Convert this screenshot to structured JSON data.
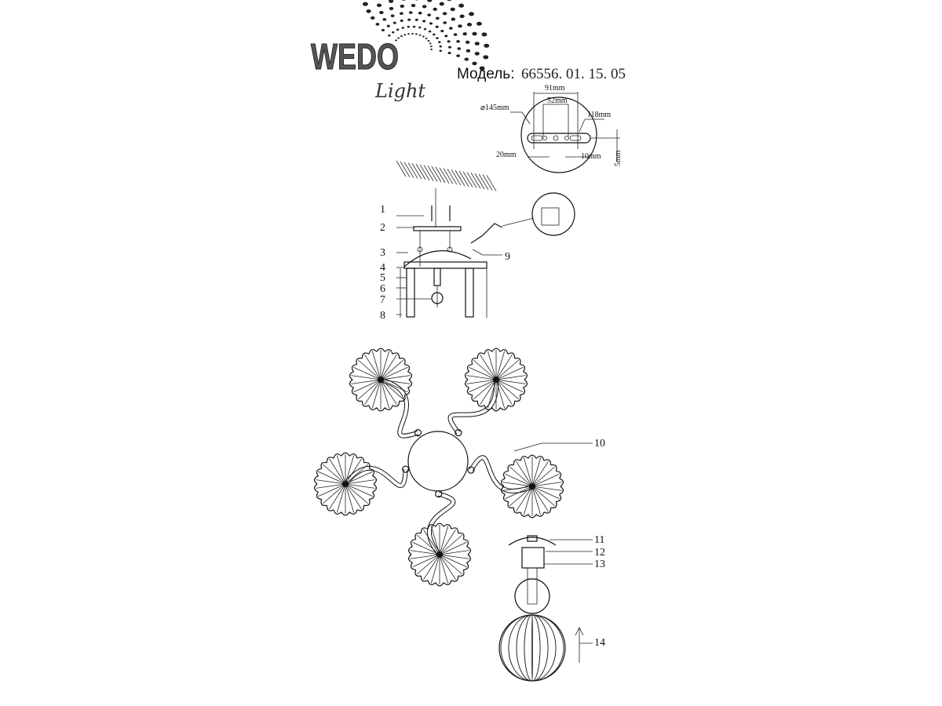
{
  "logo": {
    "brand": "WEDO",
    "sub": "Light"
  },
  "model": {
    "label": "Модель:",
    "number": "66556. 01. 15. 05"
  },
  "dimensions": {
    "d145": "⌀145mm",
    "w91": "91mm",
    "w52": "52mm",
    "w118": "118mm",
    "w20": "20mm",
    "w10": "10mm",
    "h5": "5mm"
  },
  "callouts": [
    "1",
    "2",
    "3",
    "4",
    "5",
    "6",
    "7",
    "8",
    "9",
    "10",
    "11",
    "12",
    "13",
    "14"
  ]
}
